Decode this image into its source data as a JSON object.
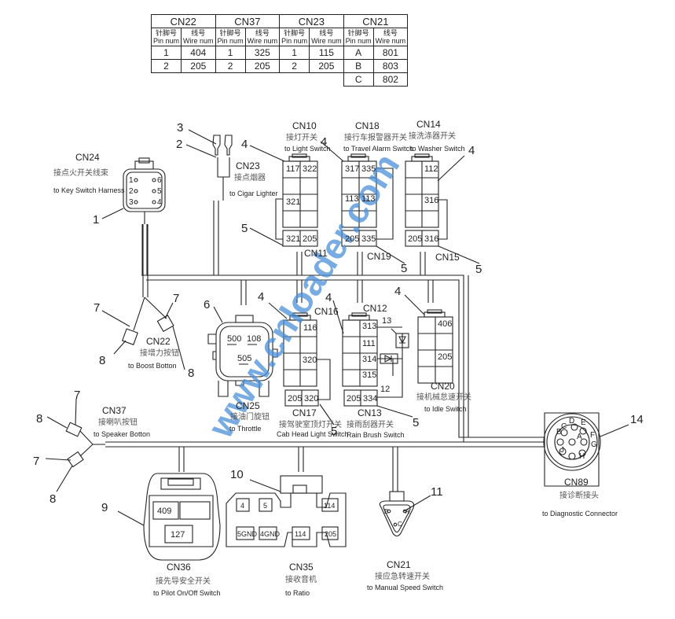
{
  "pin_table": {
    "connectors": [
      {
        "name": "CN22",
        "rows": [
          [
            "1",
            "404"
          ],
          [
            "2",
            "205"
          ]
        ]
      },
      {
        "name": "CN37",
        "rows": [
          [
            "1",
            "325"
          ],
          [
            "2",
            "205"
          ]
        ]
      },
      {
        "name": "CN23",
        "rows": [
          [
            "1",
            "115"
          ],
          [
            "2",
            "205"
          ]
        ]
      },
      {
        "name": "CN21",
        "rows": [
          [
            "A",
            "801"
          ],
          [
            "B",
            "803"
          ],
          [
            "C",
            "802"
          ]
        ]
      }
    ],
    "pin_header_zh": "针脚号",
    "pin_header_en": "Pin num",
    "wire_header_zh": "线号",
    "wire_header_en": "Wire num"
  },
  "connectors": {
    "cn24": {
      "id": "CN24",
      "zh": "接点火开关线束",
      "en": "to Key Switch Harness",
      "pins": [
        "1",
        "2",
        "3",
        "6",
        "5",
        "4"
      ]
    },
    "cn23": {
      "id": "CN23",
      "zh": "接点烟器",
      "en": "to Cigar Lighter"
    },
    "cn10": {
      "id": "CN10",
      "zh": "接灯开关",
      "en": "to Light Switch",
      "cells": [
        "117",
        "322",
        "321"
      ]
    },
    "cn11": {
      "id": "CN11",
      "cells": [
        "321",
        "205"
      ]
    },
    "cn18": {
      "id": "CN18",
      "zh": "接行车报警器开关",
      "en": "to Travel Alarm Switch",
      "cells": [
        "317",
        "335",
        "113",
        "113"
      ]
    },
    "cn19": {
      "id": "CN19",
      "cells": [
        "205",
        "335"
      ]
    },
    "cn14": {
      "id": "CN14",
      "zh": "接洗涤器开关",
      "en": "to Washer Switch",
      "cells": [
        "112",
        "316"
      ]
    },
    "cn15": {
      "id": "CN15",
      "cells": [
        "205",
        "316"
      ]
    },
    "cn22": {
      "id": "CN22",
      "zh": "接增力按钮",
      "en": "to Boost Botton"
    },
    "cn25": {
      "id": "CN25",
      "zh": "接油门旋钮",
      "en": "to Throttle",
      "pins": [
        "500",
        "108",
        "505"
      ]
    },
    "cn16": {
      "id": "CN16",
      "cells": [
        "116",
        "320"
      ]
    },
    "cn17": {
      "id": "CN17",
      "zh": "接驾驶室顶灯开关",
      "en": "Cab Head Light Switch",
      "cells": [
        "205",
        "320"
      ]
    },
    "cn12": {
      "id": "CN12",
      "cells": [
        "313",
        "111",
        "314",
        "315"
      ]
    },
    "cn13": {
      "id": "CN13",
      "zh": "接雨刮器开关",
      "en": "Rain Brush Switch",
      "cells": [
        "205",
        "334"
      ]
    },
    "cn20": {
      "id": "CN20",
      "zh": "接机械怠速开关",
      "en": "to Idle Switch",
      "cells": [
        "406",
        "205"
      ]
    },
    "cn37": {
      "id": "CN37",
      "zh": "接喇叭按钮",
      "en": "to Speaker Botton"
    },
    "cn89": {
      "id": "CN89",
      "zh": "接诊断接头",
      "en": "to Diagnostic Connector",
      "pins": [
        "A",
        "B",
        "C",
        "D",
        "E",
        "F",
        "G",
        "H",
        "J"
      ]
    },
    "cn36": {
      "id": "CN36",
      "zh": "接先导安全开关",
      "en": "to Pilot On/Off Switch",
      "cells": [
        "409",
        "127"
      ]
    },
    "cn35": {
      "id": "CN35",
      "zh": "接收音机",
      "en": "to Ratio",
      "cells": [
        "4",
        "5",
        "114",
        "5GND",
        "4GND",
        "114",
        "205"
      ]
    },
    "cn21": {
      "id": "CN21",
      "zh": "接应急转速开关",
      "en": "to Manual Speed Switch",
      "pins": [
        "B",
        "A",
        "C"
      ]
    }
  },
  "callouts": [
    "1",
    "2",
    "3",
    "4",
    "5",
    "6",
    "7",
    "8",
    "9",
    "10",
    "11",
    "12",
    "13",
    "14"
  ],
  "watermark": "www.cnloader.com",
  "colors": {
    "line": "#222222",
    "watermark": "#4a90d9",
    "zh_text": "#555555"
  }
}
